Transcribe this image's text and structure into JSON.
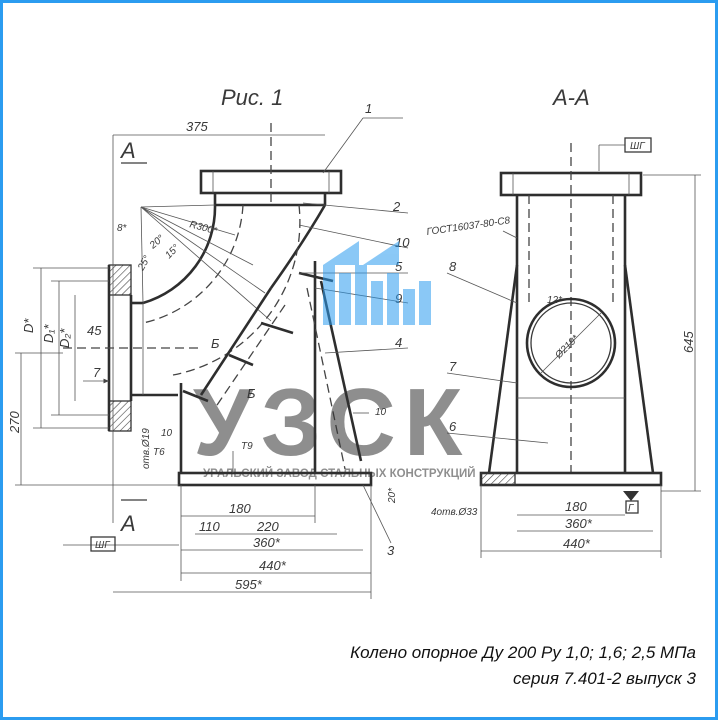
{
  "drawing": {
    "left_view_title": "Рис. 1",
    "right_view_title": "А-А",
    "section_mark": "А",
    "detail_mark": "Б",
    "leaders": [
      "1",
      "2",
      "10",
      "5",
      "9",
      "4",
      "7",
      "6",
      "8",
      "10"
    ],
    "dims": {
      "top_width": "375",
      "d": "D*",
      "d1": "D₁*",
      "d2": "D₂*",
      "d45": "45",
      "d7": "7",
      "d270": "270",
      "r300": "R300*",
      "a20": "20°",
      "a25": "25°",
      "a15": "15°",
      "b8": "8*",
      "t6": "T6",
      "t9": "T9",
      "holes_left": "отв.Ø19",
      "d10": "10",
      "d20": "20*",
      "d180": "180",
      "d110": "110",
      "d220": "220",
      "d360": "360*",
      "d440": "440*",
      "d595": "595*",
      "gost": "ГОСТ16037-80-С8",
      "d645": "645",
      "d12": "12*",
      "d219": "Ø219*",
      "holes_right": "4отв.Ø33",
      "r180": "180",
      "r360": "360*",
      "r440": "440*",
      "stamp_top": "ШГ",
      "stamp_bottom": "ШГ",
      "g_mark": "Г"
    }
  },
  "watermark": {
    "abbr": "УЗСК",
    "full_name": "УРАЛЬСКИЙ ЗАВОД СТАЛЬНЫХ КОНСТРУКЦИЙ",
    "color": "#2b9cf0"
  },
  "caption": {
    "line1": "Колено опорное Ду 200 Ру 1,0; 1,6; 2,5 МПа",
    "line2": "серия 7.401-2 выпуск 3"
  },
  "colors": {
    "frame": "#2b9cf0",
    "ink": "#3a3a3a"
  }
}
